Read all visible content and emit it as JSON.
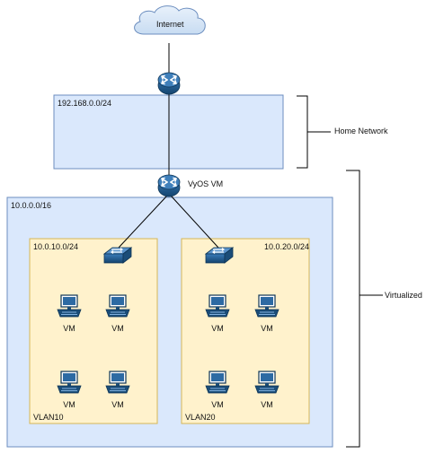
{
  "internet": {
    "label": "Internet"
  },
  "home_network": {
    "subnet": "192.168.0.0/24",
    "brace_label": "Home Network"
  },
  "vyos": {
    "label": "VyOS VM"
  },
  "virtualized": {
    "subnet": "10.0.0.0/16",
    "brace_label": "Virtualized"
  },
  "vlan10": {
    "subnet": "10.0.10.0/24",
    "name": "VLAN10",
    "vms": [
      "VM",
      "VM",
      "VM",
      "VM"
    ]
  },
  "vlan20": {
    "subnet": "10.0.20.0/24",
    "name": "VLAN20",
    "vms": [
      "VM",
      "VM",
      "VM",
      "VM"
    ]
  },
  "icons": {
    "cloud": "cloud-icon",
    "router": "router-icon",
    "switch": "switch-icon",
    "pc": "computer-icon"
  },
  "colors": {
    "zone_fill": "#dae8fc",
    "zone_stroke": "#6c8ebf",
    "vlan_fill": "#fff2cc",
    "vlan_stroke": "#d6b656",
    "device_blue": "#1b4d78",
    "line": "#000000"
  }
}
